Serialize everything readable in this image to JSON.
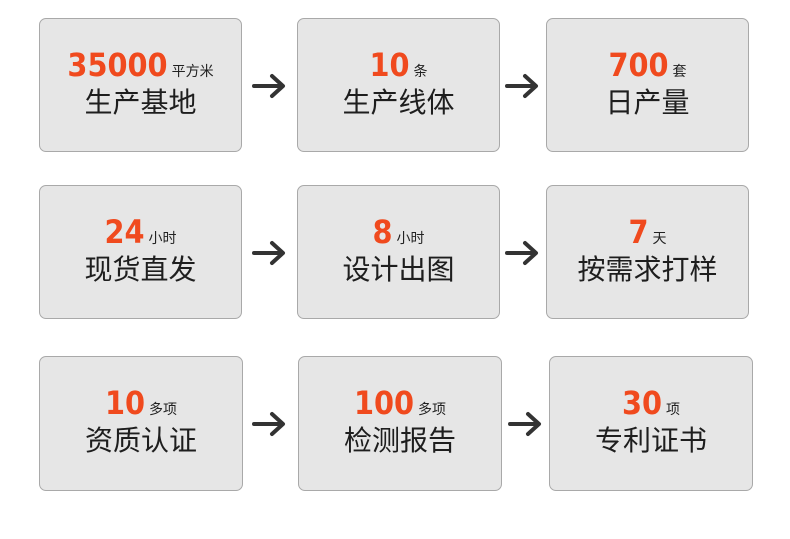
{
  "colors": {
    "accent": "#f04a1e",
    "card_bg": "#e6e6e6",
    "card_border": "#a9a9a9",
    "text": "#1e1e1e",
    "arrow": "#333333"
  },
  "rows": [
    {
      "cards": [
        {
          "number": "35000",
          "unit": "平方米",
          "label": "生产基地"
        },
        {
          "number": "10",
          "unit": "条",
          "label": "生产线体"
        },
        {
          "number": "700",
          "unit": "套",
          "label": "日产量"
        }
      ]
    },
    {
      "cards": [
        {
          "number": "24",
          "unit": "小时",
          "label": "现货直发"
        },
        {
          "number": "8",
          "unit": "小时",
          "label": "设计出图"
        },
        {
          "number": "7",
          "unit": "天",
          "label": "按需求打样"
        }
      ]
    },
    {
      "cards": [
        {
          "number": "10",
          "unit": "多项",
          "label": "资质认证"
        },
        {
          "number": "100",
          "unit": "多项",
          "label": "检测报告"
        },
        {
          "number": "30",
          "unit": "项",
          "label": "专利证书"
        }
      ]
    }
  ],
  "icons": {
    "arrow": "arrow-right-icon"
  }
}
